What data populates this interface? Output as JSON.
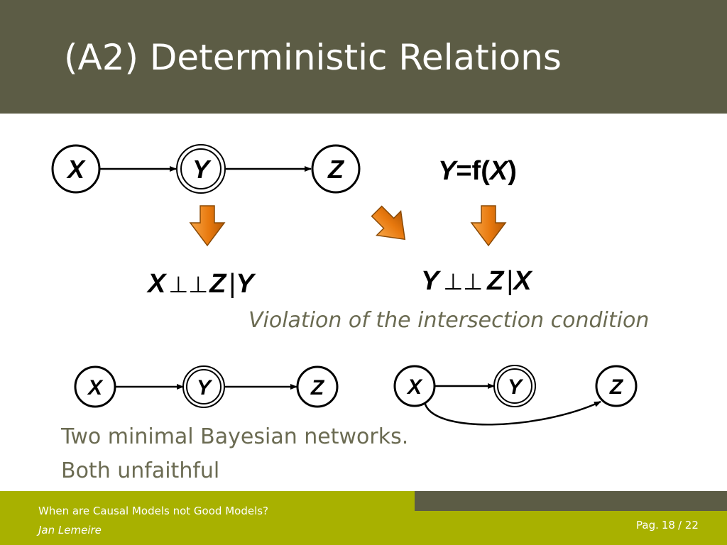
{
  "slide": {
    "title": "(A2) Deterministic Relations",
    "note": "Violation of the intersection condition",
    "body_lines": [
      "Two minimal Bayesian networks.",
      "Both unfaithful"
    ]
  },
  "diagram": {
    "top_chain": {
      "nodes": [
        "X",
        "Y",
        "Z"
      ]
    },
    "function_eq": {
      "y": "Y",
      "eq": "=f(",
      "x": "X",
      "close": ")"
    },
    "indep_left": {
      "a": "X",
      "ind": "⊥⊥",
      "b": "Z",
      "bar": "|",
      "c": "Y"
    },
    "indep_right": {
      "a": "Y",
      "ind": "⊥⊥",
      "b": "Z",
      "bar": "|",
      "c": "X"
    },
    "bottom_left": {
      "nodes": [
        "X",
        "Y",
        "Z"
      ]
    },
    "bottom_right": {
      "nodes": [
        "X",
        "Y",
        "Z"
      ]
    }
  },
  "footer": {
    "talk_title": "When are Causal Models not Good Models?",
    "author": "Jan Lemeire",
    "page_prefix": "Pag.",
    "page_current": "18",
    "page_total": "/ 22"
  },
  "colors": {
    "header_bg": "#5c5c45",
    "footer_bg": "#a8b100",
    "arrow_fill": "#e8790e",
    "text_olive": "#6b6b52"
  }
}
